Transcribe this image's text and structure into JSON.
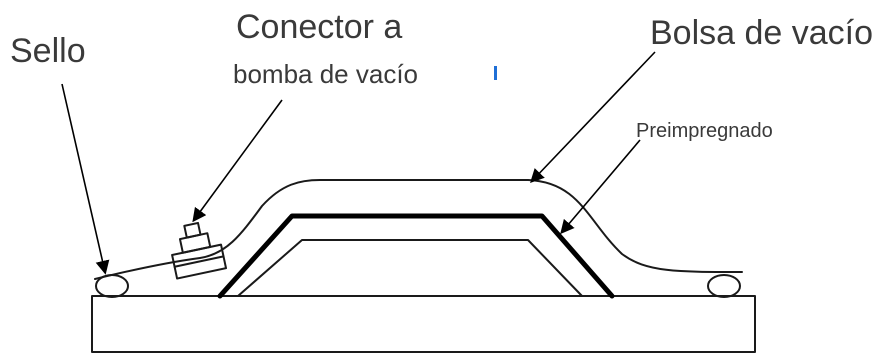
{
  "labels": {
    "sello": "Sello",
    "conector_line1": "Conector a",
    "conector_line2": "bomba de vacío",
    "bolsa": "Bolsa de vacío",
    "preimpregnado": "Preimpregnado"
  },
  "colors": {
    "text": "#3a3a3a",
    "line": "#1a1a1a",
    "accent": "#1f6fd6"
  }
}
